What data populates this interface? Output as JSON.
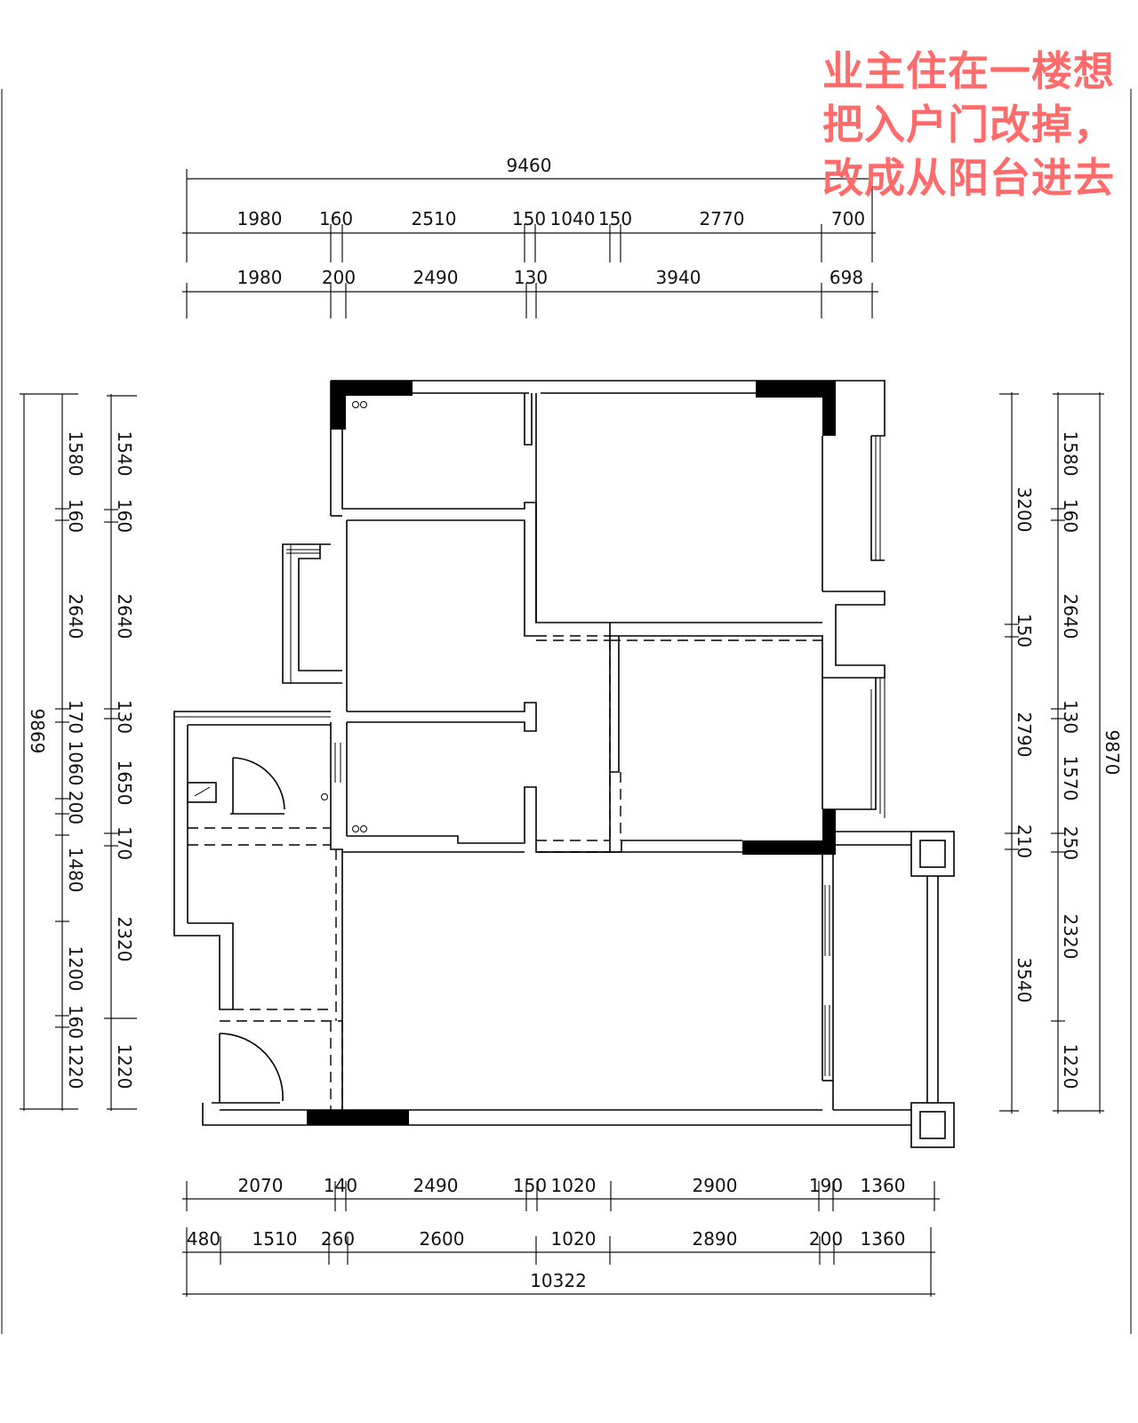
{
  "note": {
    "lines": [
      "业主住在一楼想",
      "把入户门改掉，",
      "改成从阳台进去"
    ],
    "color": "#ff6b6b"
  },
  "dimensions": {
    "top_total": "9460",
    "top_row1": [
      "1980",
      "160",
      "2510",
      "150",
      "1040",
      "150",
      "2770",
      "700"
    ],
    "top_row2": [
      "1980",
      "200",
      "2490",
      "130",
      "3940",
      "698"
    ],
    "bottom_row1": [
      "2070",
      "140",
      "2490",
      "150",
      "1020",
      "2900",
      "190",
      "1360"
    ],
    "bottom_row2": [
      "480",
      "1510",
      "260",
      "2600",
      "1020",
      "2890",
      "200",
      "1360"
    ],
    "bottom_total": "10322",
    "left_total": "9869",
    "left_outer": [
      "1580",
      "160",
      "2640",
      "170",
      "1060",
      "200",
      "1480",
      "1200",
      "160",
      "1220"
    ],
    "left_inner": [
      "1540",
      "160",
      "2640",
      "130",
      "1650",
      "170",
      "2320",
      "1220"
    ],
    "right_inner": [
      "3200",
      "150",
      "2790",
      "210",
      "3540"
    ],
    "right_outer": [
      "1580",
      "160",
      "2640",
      "130",
      "1570",
      "250",
      "2320",
      "1220"
    ],
    "right_total": "9870"
  }
}
